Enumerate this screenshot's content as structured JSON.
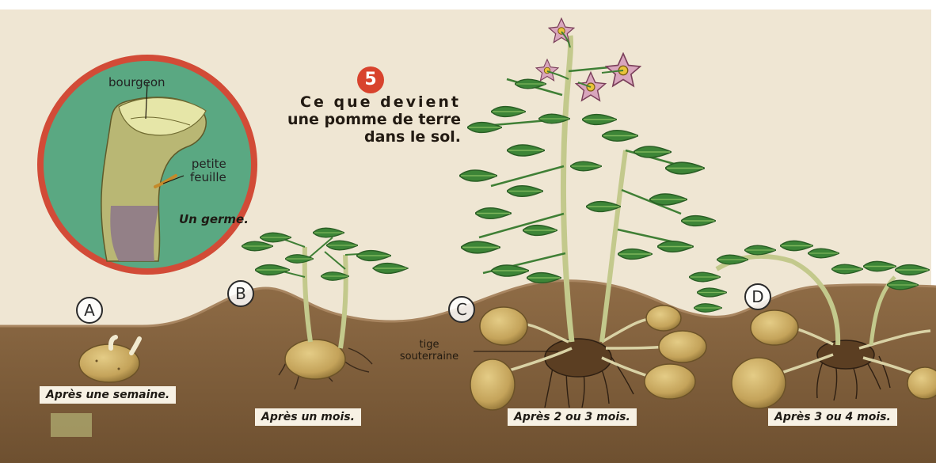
{
  "figure_number": "5",
  "title_lines": [
    "Ce que devient",
    "une pomme de terre",
    "dans le sol."
  ],
  "inset": {
    "label_bud": "bourgeon",
    "label_leaf_line1": "petite",
    "label_leaf_line2": "feuille",
    "caption": "Un germe."
  },
  "stages": [
    {
      "letter": "A",
      "caption": "Après une semaine."
    },
    {
      "letter": "B",
      "caption": "Après un mois."
    },
    {
      "letter": "C",
      "caption": "Après 2 ou 3 mois."
    },
    {
      "letter": "D",
      "caption": "Après 3 ou 4 mois."
    }
  ],
  "label_stem_line1": "tige",
  "label_stem_line2": "souterraine",
  "colors": {
    "paper": "#efe6d3",
    "soil": "#8a6844",
    "soil_dark": "#6e4f30",
    "inset_green": "#5aa882",
    "inset_border": "#d24b37",
    "leaf": "#3f8a3a",
    "leaf_light": "#6fae4a",
    "potato": "#c9ab5e",
    "flower": "#d9a3b9"
  }
}
